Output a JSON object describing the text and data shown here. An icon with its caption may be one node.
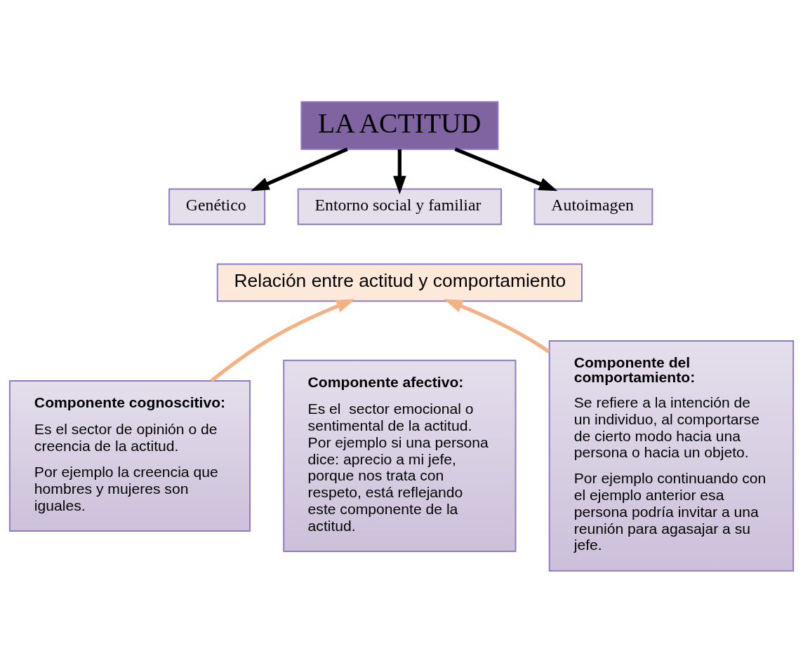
{
  "diagram": {
    "nodes": [
      {
        "text": [
          "LA ACTITUD"
        ]
      },
      {
        "text": [
          "Genético"
        ]
      },
      {
        "text": [
          "Entorno social y familiar"
        ]
      },
      {
        "text": [
          "Autoimagen"
        ]
      },
      {
        "text": [
          "Relación entre actitud y comportamiento"
        ]
      },
      {
        "text": [
          "Componente cognoscitivo:",
          "Es el sector de opinión o de creencia de la actitud.",
          "Por ejemplo la creencia que hombres y mujeres son iguales."
        ]
      },
      {
        "text": [
          "Componente afectivo:",
          "Es el  sector emocional o sentimental de la actitud. Por ejemplo si una persona dice: aprecio a mi jefe, porque nos trata con respeto, está reflejando este componente de la actitud."
        ]
      },
      {
        "text": [
          "Componente del comportamiento:",
          "Se refiere a la intención de un individuo, al comportarse de cierto modo hacia una persona o hacia un objeto.",
          "Por ejemplo continuando con el ejemplo anterior esa persona podría invitar a una reunión para agasajar a su jefe."
        ]
      }
    ],
    "edges": [
      {
        "from": 0,
        "to": 1,
        "arrow": "to"
      },
      {
        "from": 0,
        "to": 2,
        "arrow": "to"
      },
      {
        "from": 0,
        "to": 3,
        "arrow": "to"
      },
      {
        "from": 5,
        "to": 4,
        "arrow": "to",
        "color": "#f4b183"
      },
      {
        "from": 7,
        "to": 4,
        "arrow": "to",
        "color": "#f4b183"
      }
    ]
  }
}
